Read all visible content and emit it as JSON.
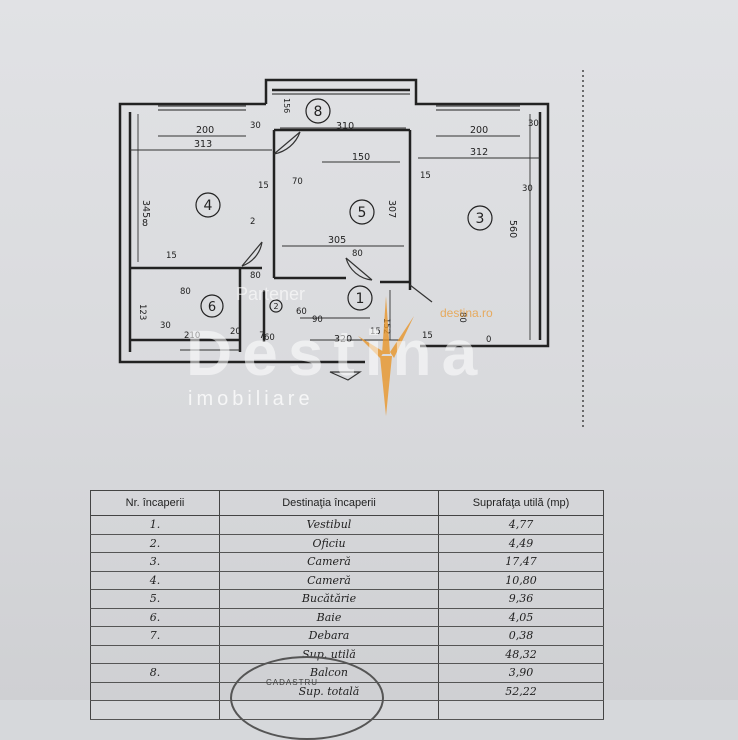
{
  "floorplan": {
    "room_numbers": [
      "1",
      "2",
      "3",
      "4",
      "5",
      "6",
      "7",
      "8"
    ],
    "dims": {
      "r4_top_a": "200",
      "r4_top_b": "313",
      "r4_side": "345",
      "r4_side2": "8",
      "r8_top": "310",
      "r8_side": "156",
      "r5_top": "150",
      "r5_inner": "305",
      "r5_side": "307",
      "r5_small": "70",
      "r3_top_a": "200",
      "r3_top_b": "312",
      "r3_side": "560",
      "r3_small": "30",
      "d15a": "15",
      "d15b": "15",
      "d15c": "15",
      "d15d": "15",
      "d30a": "30",
      "d30b": "30",
      "b_320": "320",
      "b_90": "90",
      "b_80": "80",
      "b_80b": "80",
      "b_60": "60",
      "b_152": "152",
      "b_210": "210",
      "b_123": "123",
      "b_80c": "80",
      "b_20": "20",
      "b_30": "30",
      "b_0": "0",
      "b_60b": "60",
      "b_80d": "80",
      "b_15": "15",
      "b_2": "2"
    }
  },
  "watermark": {
    "main": "Destina",
    "sub": "imobiliare",
    "partner": "Partener",
    "web": "destina.ro"
  },
  "table": {
    "headers": [
      "Nr. încaperii",
      "Destinaţia încaperii",
      "Suprafaţa utilă (mp)"
    ],
    "rows": [
      [
        "1.",
        "Vestibul",
        "4,77"
      ],
      [
        "2.",
        "Oficiu",
        "4,49"
      ],
      [
        "3.",
        "Cameră",
        "17,47"
      ],
      [
        "4.",
        "Cameră",
        "10,80"
      ],
      [
        "5.",
        "Bucătărie",
        "9,36"
      ],
      [
        "6.",
        "Baie",
        "4,05"
      ],
      [
        "7.",
        "Debara",
        "0,38"
      ],
      [
        "",
        "Sup. utilă",
        "48,32"
      ],
      [
        "8.",
        "Balcon",
        "3,90"
      ],
      [
        "",
        "Sup. totală",
        "52,22"
      ],
      [
        "",
        "",
        ""
      ]
    ]
  },
  "stamp": {
    "text": "CADASTRU"
  },
  "colors": {
    "ink": "#222222",
    "paper": "#dcdde0",
    "accent": "#e8962a"
  }
}
